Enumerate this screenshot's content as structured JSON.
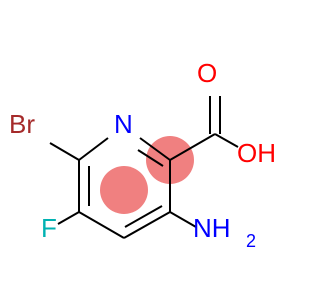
{
  "molecule": {
    "atoms": {
      "br": {
        "symbol": "Br",
        "color": "#a52a2a"
      },
      "n": {
        "symbol": "N",
        "color": "#0000ff"
      },
      "f": {
        "symbol": "F",
        "color": "#00b2b2"
      },
      "nh2": {
        "symbol": "NH",
        "subscript": "2",
        "color": "#0000ff"
      },
      "o_carbonyl": {
        "symbol": "O",
        "color": "#ff0000"
      },
      "oh": {
        "symbol": "OH",
        "color": "#ff0000"
      }
    },
    "highlight": {
      "color": "#f08080",
      "shape": "circle"
    },
    "bond_color": "#000000"
  }
}
